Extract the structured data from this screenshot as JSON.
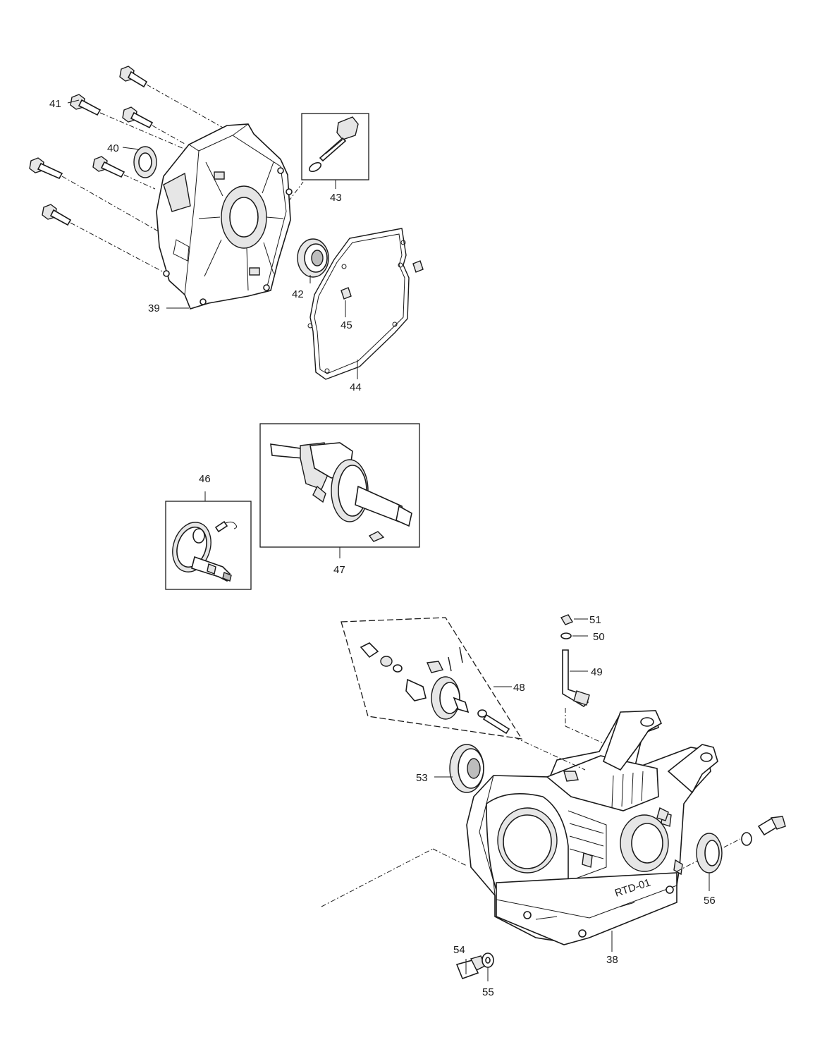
{
  "callouts": {
    "c38": "38",
    "c39": "39",
    "c40": "40",
    "c41": "41",
    "c42": "42",
    "c43": "43",
    "c44": "44",
    "c45": "45",
    "c46": "46",
    "c47": "47",
    "c48": "48",
    "c49": "49",
    "c50": "50",
    "c51": "51",
    "c53": "53",
    "c54": "54",
    "c55": "55",
    "c56": "56"
  },
  "casting_mark": "RTD-01"
}
